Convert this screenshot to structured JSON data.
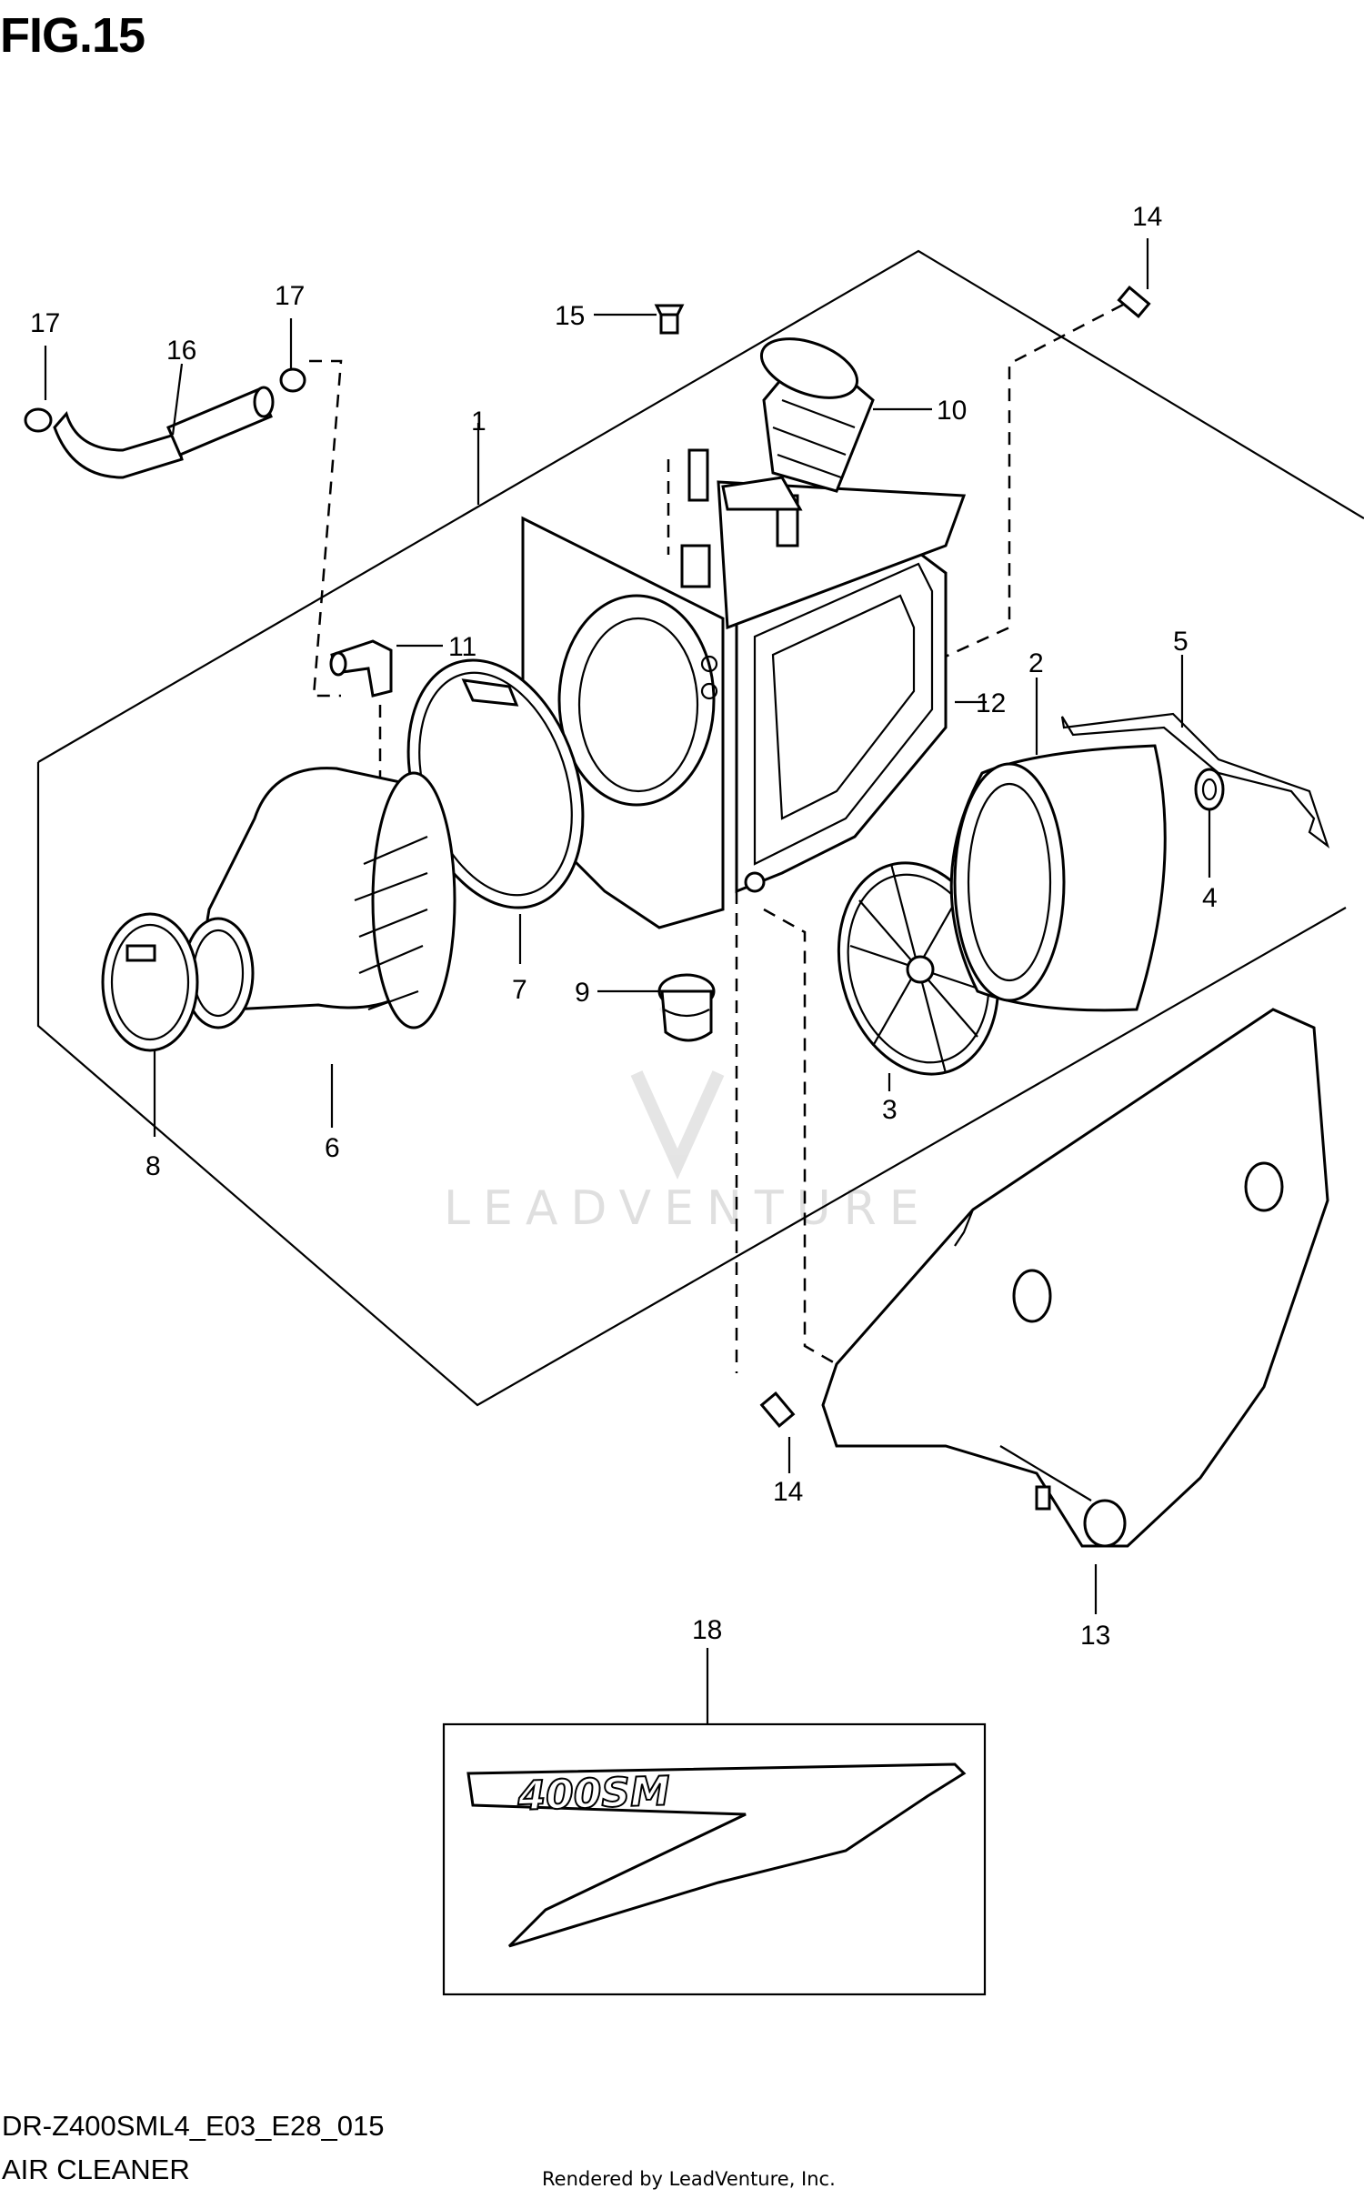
{
  "figure": {
    "title": "FIG.15",
    "model_code": "DR-Z400SML4_E03_E28_015",
    "subtitle": "AIR CLEANER",
    "rendered_by": "Rendered by LeadVenture, Inc.",
    "watermark": "LEADVENTURE"
  },
  "callouts": [
    {
      "id": "c14a",
      "text": "14"
    },
    {
      "id": "c17a",
      "text": "17"
    },
    {
      "id": "c17b",
      "text": "17"
    },
    {
      "id": "c16",
      "text": "16"
    },
    {
      "id": "c15",
      "text": "15"
    },
    {
      "id": "c1",
      "text": "1"
    },
    {
      "id": "c10",
      "text": "10"
    },
    {
      "id": "c11",
      "text": "11"
    },
    {
      "id": "c12",
      "text": "12"
    },
    {
      "id": "c2",
      "text": "2"
    },
    {
      "id": "c5",
      "text": "5"
    },
    {
      "id": "c4",
      "text": "4"
    },
    {
      "id": "c7",
      "text": "7"
    },
    {
      "id": "c9",
      "text": "9"
    },
    {
      "id": "c3",
      "text": "3"
    },
    {
      "id": "c6",
      "text": "6"
    },
    {
      "id": "c8",
      "text": "8"
    },
    {
      "id": "c14b",
      "text": "14"
    },
    {
      "id": "c13",
      "text": "13"
    },
    {
      "id": "c18",
      "text": "18"
    }
  ],
  "decal": {
    "text": "400SM"
  }
}
